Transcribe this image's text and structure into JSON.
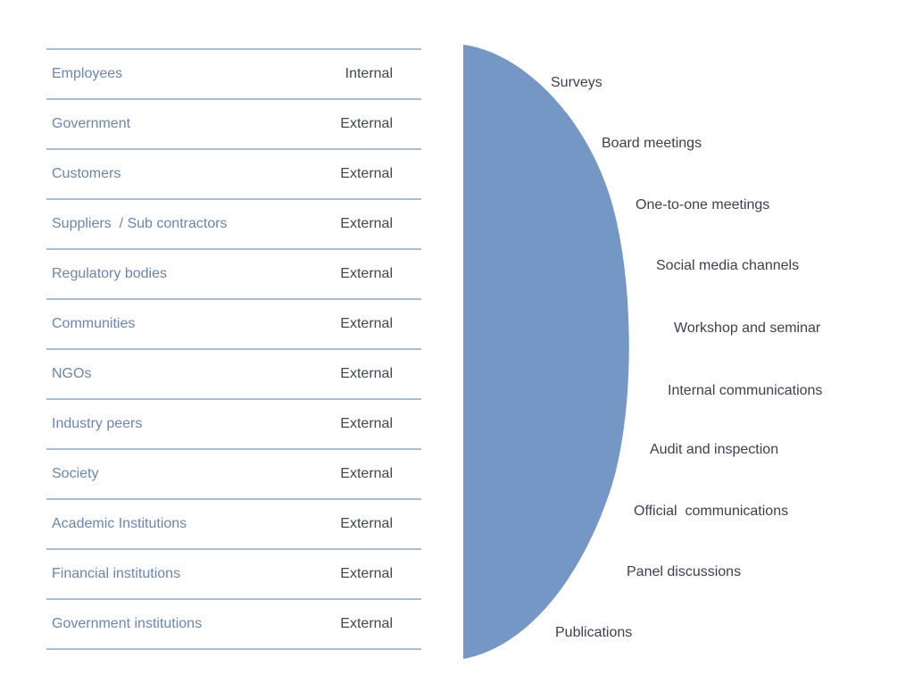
{
  "stakeholders": [
    {
      "name": "Employees",
      "type": "Internal"
    },
    {
      "name": "Government",
      "type": "External"
    },
    {
      "name": "Customers",
      "type": "External"
    },
    {
      "name": "Suppliers  / Sub contractors",
      "type": "External"
    },
    {
      "name": "Regulatory bodies",
      "type": "External"
    },
    {
      "name": "Communities",
      "type": "External"
    },
    {
      "name": "NGOs",
      "type": "External"
    },
    {
      "name": "Industry peers",
      "type": "External"
    },
    {
      "name": "Society",
      "type": "External"
    },
    {
      "name": "Academic Institutions",
      "type": "External"
    },
    {
      "name": "Financial institutions",
      "type": "External"
    },
    {
      "name": "Government institutions",
      "type": "External"
    }
  ],
  "channels": [
    "Surveys",
    "Board meetings",
    "One-to-one meetings",
    "Social media channels",
    "Workshop and seminar",
    "Internal communications",
    "Audit and inspection",
    "Official  communications",
    "Panel discussions",
    "Publications"
  ],
  "colors": {
    "semicircle_fill": "#7497c6",
    "divider_line": "#a9bcd8",
    "stakeholder_text": "#6a86b3",
    "type_text": "#3f4652",
    "channel_text": "#3c4150"
  }
}
